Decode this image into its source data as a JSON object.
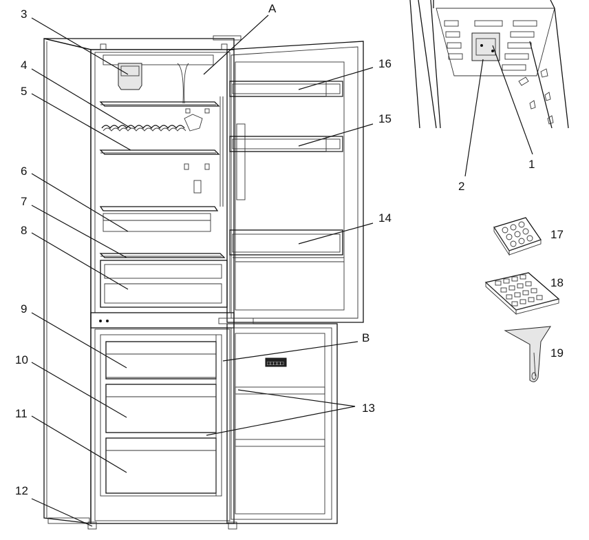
{
  "callouts": {
    "c1": "1",
    "c2": "2",
    "c3": "3",
    "c4": "4",
    "c5": "5",
    "c6": "6",
    "c7": "7",
    "c8": "8",
    "c9": "9",
    "c10": "10",
    "c11": "11",
    "c12": "12",
    "c13": "13",
    "c14": "14",
    "c15": "15",
    "c16": "16",
    "c17": "17",
    "c18": "18",
    "c19": "19",
    "cA": "A",
    "cB": "B"
  },
  "door_control_panel_label": "□□□□□"
}
